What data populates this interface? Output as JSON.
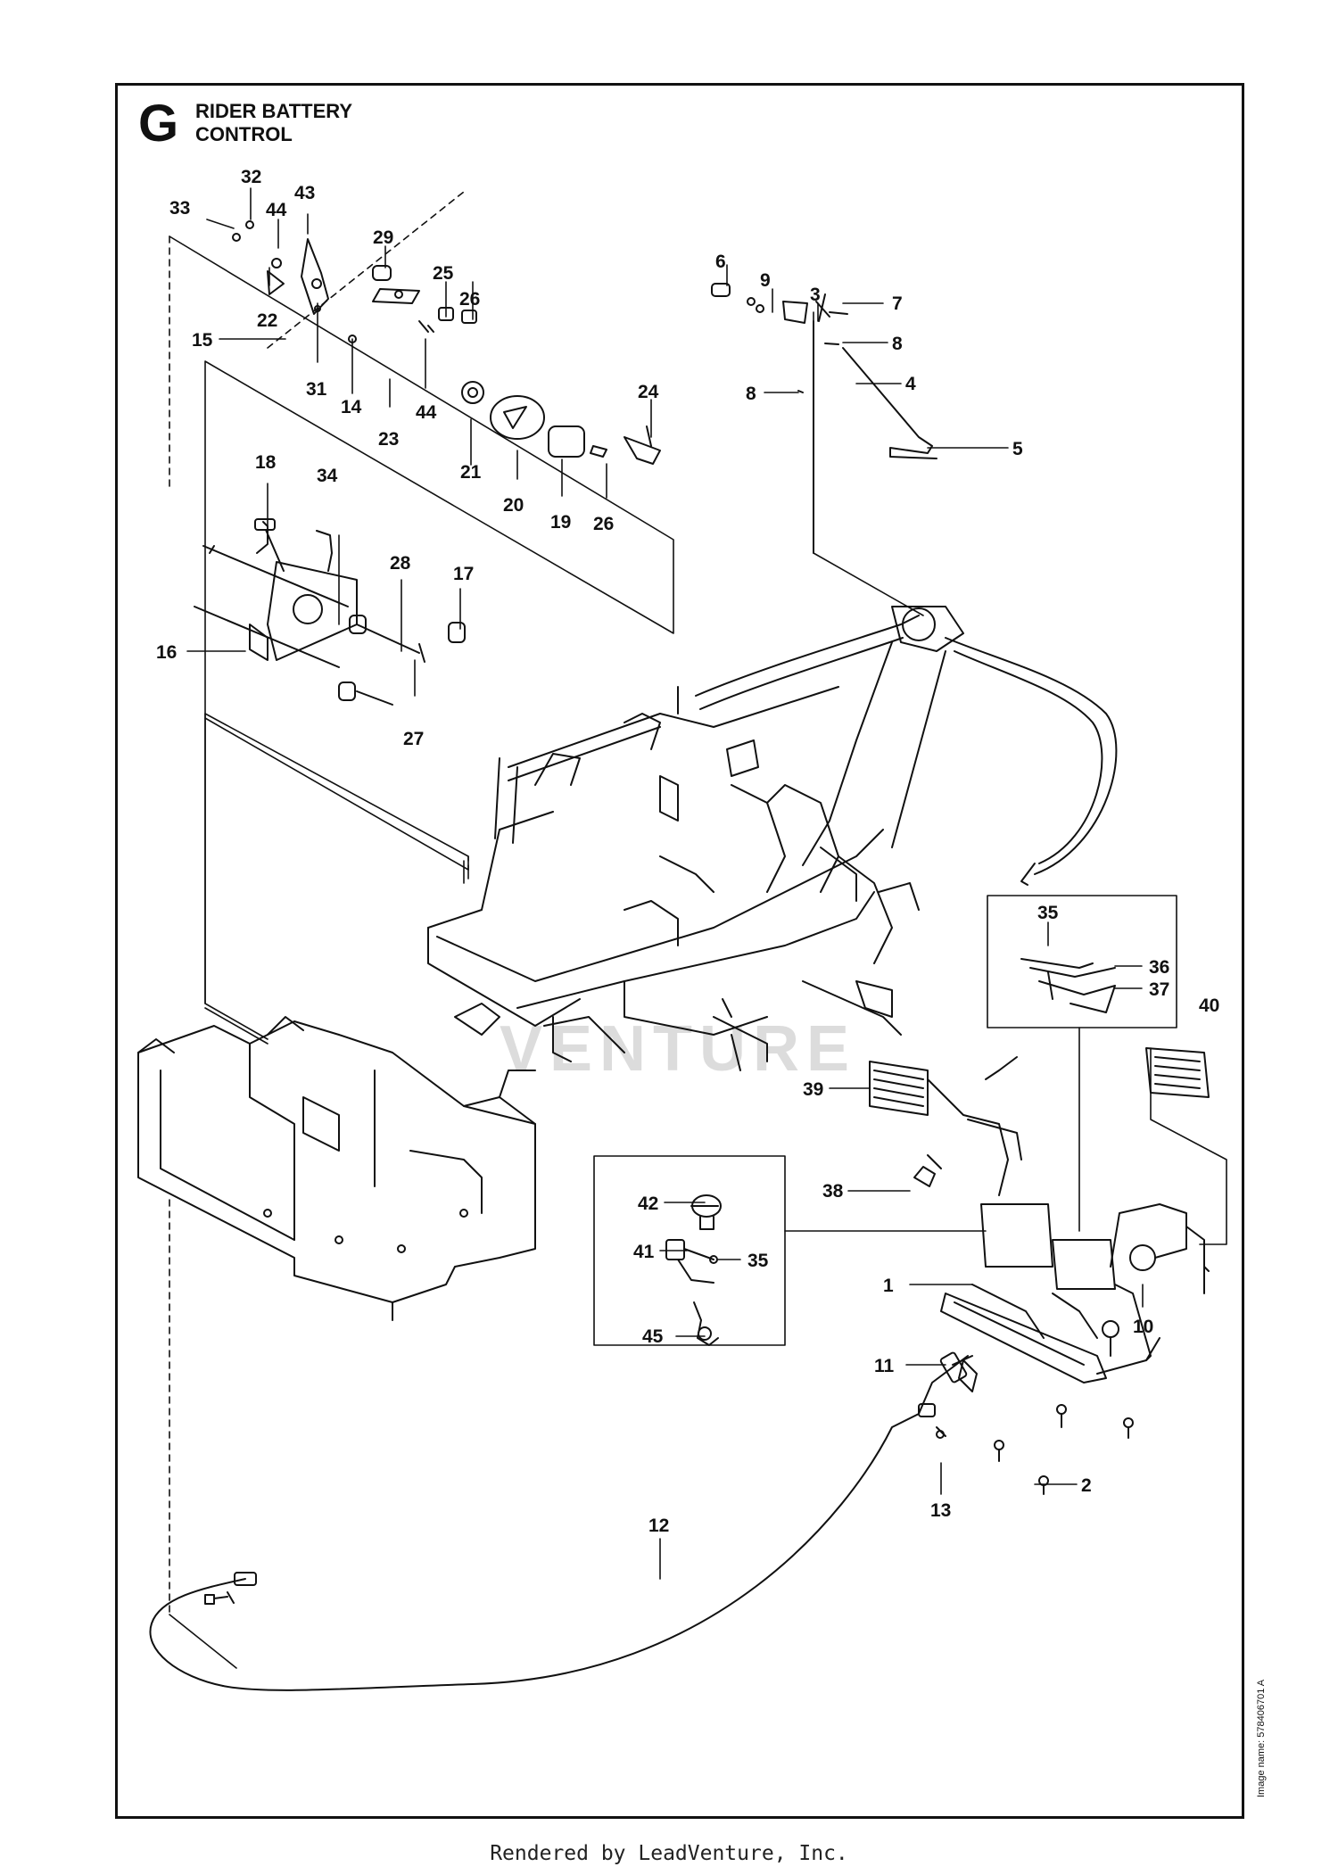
{
  "section_letter": "G",
  "title_line1": "RIDER BATTERY",
  "title_line2": "CONTROL",
  "image_name": "Image name: 578406701 A",
  "footer": "Rendered by LeadVenture, Inc.",
  "watermark": "VENTURE",
  "callouts": {
    "c1": "1",
    "c2": "2",
    "c3": "3",
    "c4": "4",
    "c5": "5",
    "c6": "6",
    "c7": "7",
    "c8a": "8",
    "c8b": "8",
    "c9": "9",
    "c10": "10",
    "c11": "11",
    "c12": "12",
    "c13": "13",
    "c14": "14",
    "c15": "15",
    "c16": "16",
    "c17": "17",
    "c18": "18",
    "c19": "19",
    "c20": "20",
    "c21": "21",
    "c22": "22",
    "c23": "23",
    "c24": "24",
    "c25": "25",
    "c26a": "26",
    "c26b": "26",
    "c27": "27",
    "c28": "28",
    "c29": "29",
    "c31": "31",
    "c32": "32",
    "c33": "33",
    "c34": "34",
    "c35a": "35",
    "c35b": "35",
    "c36": "36",
    "c37": "37",
    "c38": "38",
    "c39": "39",
    "c40": "40",
    "c41": "41",
    "c42": "42",
    "c43": "43",
    "c44a": "44",
    "c44b": "44",
    "c45": "45"
  }
}
